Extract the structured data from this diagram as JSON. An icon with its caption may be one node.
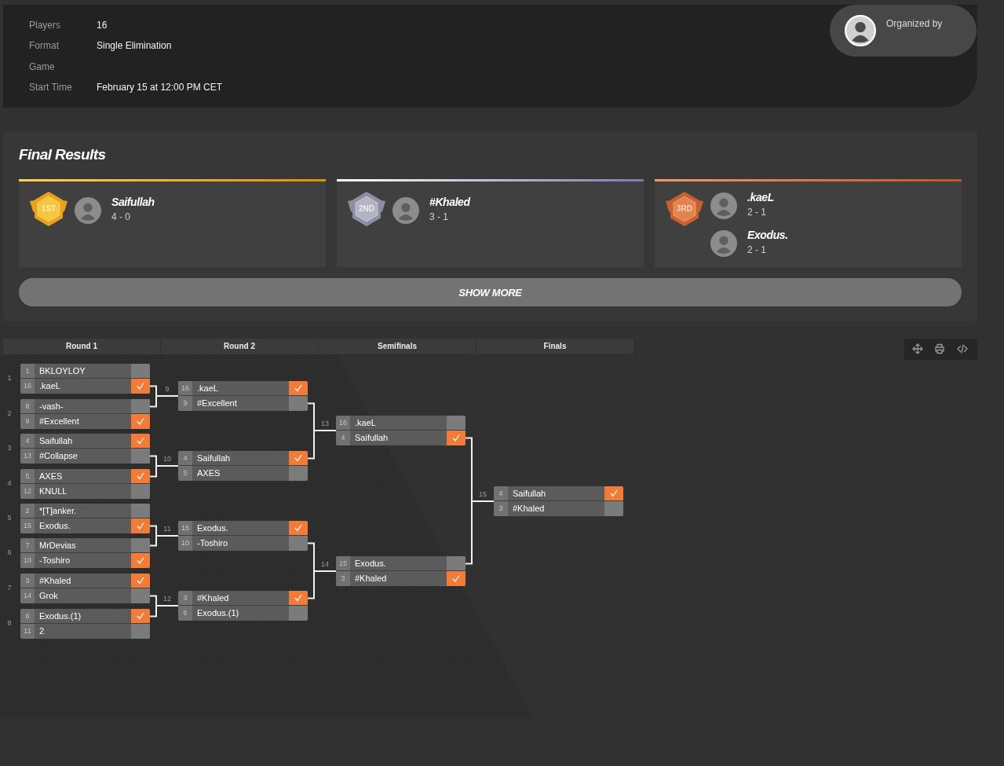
{
  "diagram": {
    "nodes": [
      {
        "text": [
          "Players",
          "16",
          "Format",
          "Single Elimination",
          "Game",
          "Start Time",
          "February 15 at 12:00 PM CET"
        ]
      },
      {
        "text": [
          "Organized by"
        ],
        "in": 0
      },
      {
        "text": [
          "Final Results"
        ]
      },
      {
        "text": [
          "Saifullah",
          "4 - 0"
        ],
        "in": 2
      },
      {
        "text": [
          "1ST"
        ],
        "in": 3
      },
      {
        "text": [
          "#Khaled",
          "3 - 1"
        ],
        "in": 2
      },
      {
        "text": [
          "2ND"
        ],
        "in": 5
      },
      {
        "text": [
          ".kaeL",
          "2 - 1",
          "Exodus.",
          "2 - 1"
        ],
        "in": 2
      },
      {
        "text": [
          "3RD"
        ],
        "in": 7
      },
      {
        "text": [
          "SHOW MORE"
        ],
        "in": 2
      },
      {
        "text": [
          "Round 1"
        ]
      },
      {
        "text": [
          "Round 2"
        ]
      },
      {
        "text": [
          "Semifinals"
        ]
      },
      {
        "text": [
          "Finals"
        ]
      },
      {
        "text": [
          "1",
          "BKLOYLOY",
          "16",
          ".kaeL"
        ],
        "beside": [
          "1"
        ]
      },
      {
        "text": [
          "8",
          "-vash-",
          "9",
          "#Excellent"
        ],
        "beside": [
          "2"
        ]
      },
      {
        "text": [
          "4",
          "Saifullah",
          "13",
          "#Collapse"
        ],
        "beside": [
          "3"
        ]
      },
      {
        "text": [
          "5",
          "AXES",
          "12",
          "KNULL"
        ],
        "beside": [
          "4"
        ]
      },
      {
        "text": [
          "2",
          "*[T]anker.",
          "15",
          "Exodus."
        ],
        "beside": [
          "5"
        ]
      },
      {
        "text": [
          "7",
          "MrDevias",
          "10",
          "-Toshiro"
        ],
        "beside": [
          "6"
        ]
      },
      {
        "text": [
          "3",
          "#Khaled",
          "14",
          "Grok"
        ],
        "beside": [
          "7"
        ]
      },
      {
        "text": [
          "6",
          "Exodus.(1)",
          "11",
          "2"
        ],
        "beside": [
          "8"
        ]
      },
      {
        "text": [
          "16",
          ".kaeL",
          "9",
          "#Excellent"
        ],
        "beside": [
          "9"
        ]
      },
      {
        "text": [
          "4",
          "Saifullah",
          "5",
          "AXES"
        ],
        "beside": [
          "10"
        ]
      },
      {
        "text": [
          "15",
          "Exodus.",
          "10",
          "-Toshiro"
        ],
        "beside": [
          "11"
        ]
      },
      {
        "text": [
          "3",
          "#Khaled",
          "6",
          "Exodus.(1)"
        ],
        "beside": [
          "12"
        ]
      },
      {
        "text": [
          "16",
          ".kaeL",
          "4",
          "Saifullah"
        ],
        "beside": [
          "13"
        ]
      },
      {
        "text": [
          "15",
          "Exodus.",
          "3",
          "#Khaled"
        ],
        "beside": [
          "14"
        ]
      },
      {
        "text": [
          "4",
          "Saifullah",
          "3",
          "#Khaled"
        ],
        "beside": [
          "15"
        ]
      }
    ],
    "edges": [
      {
        "from": 14,
        "to": 22,
        "arrow": "none"
      },
      {
        "from": 15,
        "to": 22,
        "arrow": "none"
      },
      {
        "from": 16,
        "to": 23,
        "arrow": "none"
      },
      {
        "from": 17,
        "to": 23,
        "arrow": "none"
      },
      {
        "from": 18,
        "to": 24,
        "arrow": "none"
      },
      {
        "from": 19,
        "to": 24,
        "arrow": "none"
      },
      {
        "from": 20,
        "to": 25,
        "arrow": "none"
      },
      {
        "from": 21,
        "to": 25,
        "arrow": "none"
      },
      {
        "from": 22,
        "to": 26,
        "arrow": "none"
      },
      {
        "from": 23,
        "to": 26,
        "arrow": "none"
      },
      {
        "from": 24,
        "to": 27,
        "arrow": "none"
      },
      {
        "from": 25,
        "to": 27,
        "arrow": "none"
      },
      {
        "from": 26,
        "to": 28,
        "arrow": "none"
      },
      {
        "from": 27,
        "to": 28,
        "arrow": "none"
      }
    ]
  }
}
